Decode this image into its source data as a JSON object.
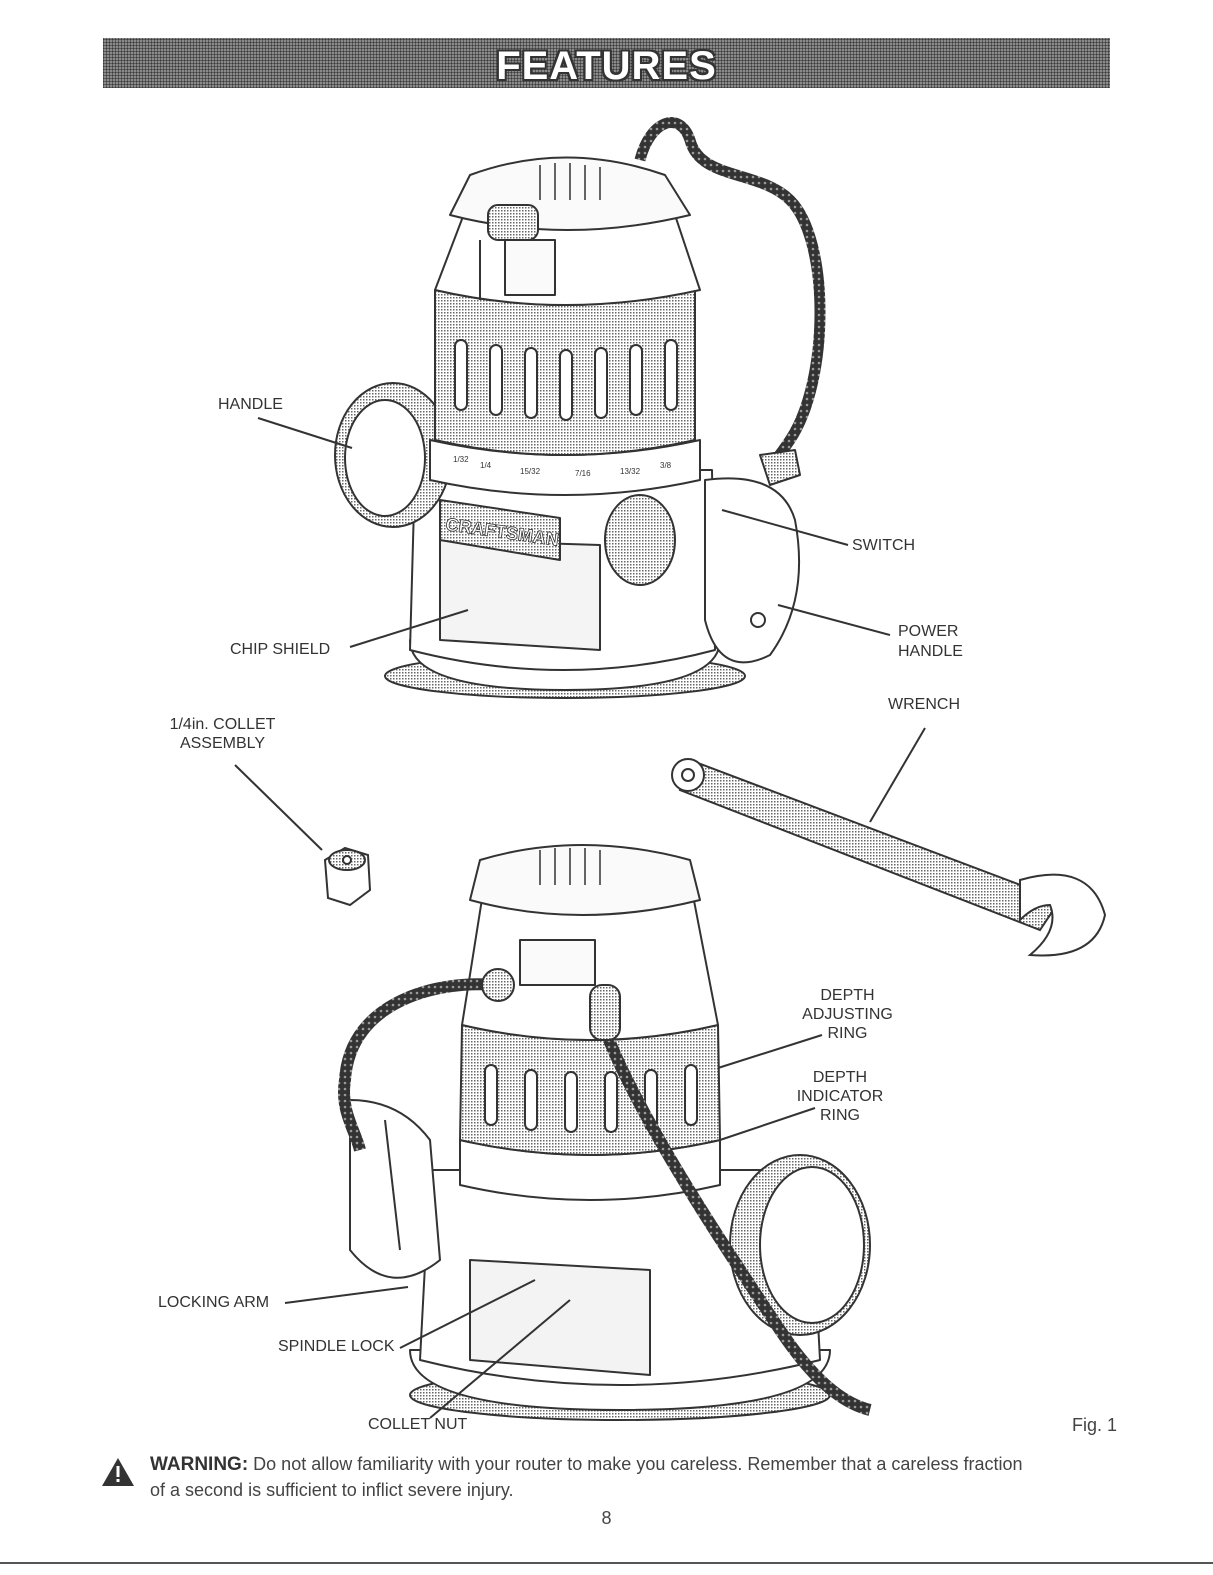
{
  "header": {
    "title": "FEATURES"
  },
  "labels": {
    "handle": "HANDLE",
    "switch": "SWITCH",
    "power_handle_1": "POWER",
    "power_handle_2": "HANDLE",
    "chip_shield": "CHIP SHIELD",
    "wrench": "WRENCH",
    "collet_assembly_1": "1/4in. COLLET",
    "collet_assembly_2": "ASSEMBLY",
    "depth_adjusting_1": "DEPTH",
    "depth_adjusting_2": "ADJUSTING",
    "depth_adjusting_3": "RING",
    "depth_indicator_1": "DEPTH",
    "depth_indicator_2": "INDICATOR",
    "depth_indicator_3": "RING",
    "locking_arm": "LOCKING ARM",
    "spindle_lock": "SPINDLE LOCK",
    "collet_nut": "COLLET NUT"
  },
  "figure": {
    "number": "Fig. 1"
  },
  "router_brand": "CRAFTSMAN",
  "scale_marks": [
    "1/32",
    "1/4",
    "15/32",
    "7/16",
    "13/32",
    "3/8"
  ],
  "warning": {
    "heading": "WARNING:",
    "text_line1": "Do not allow familiarity with your router to make you careless. Remember that a careless fraction",
    "text_line2": "of a second is sufficient to inflict severe injury."
  },
  "footer": {
    "page": "8"
  },
  "icons": [
    "warning-triangle-icon"
  ]
}
